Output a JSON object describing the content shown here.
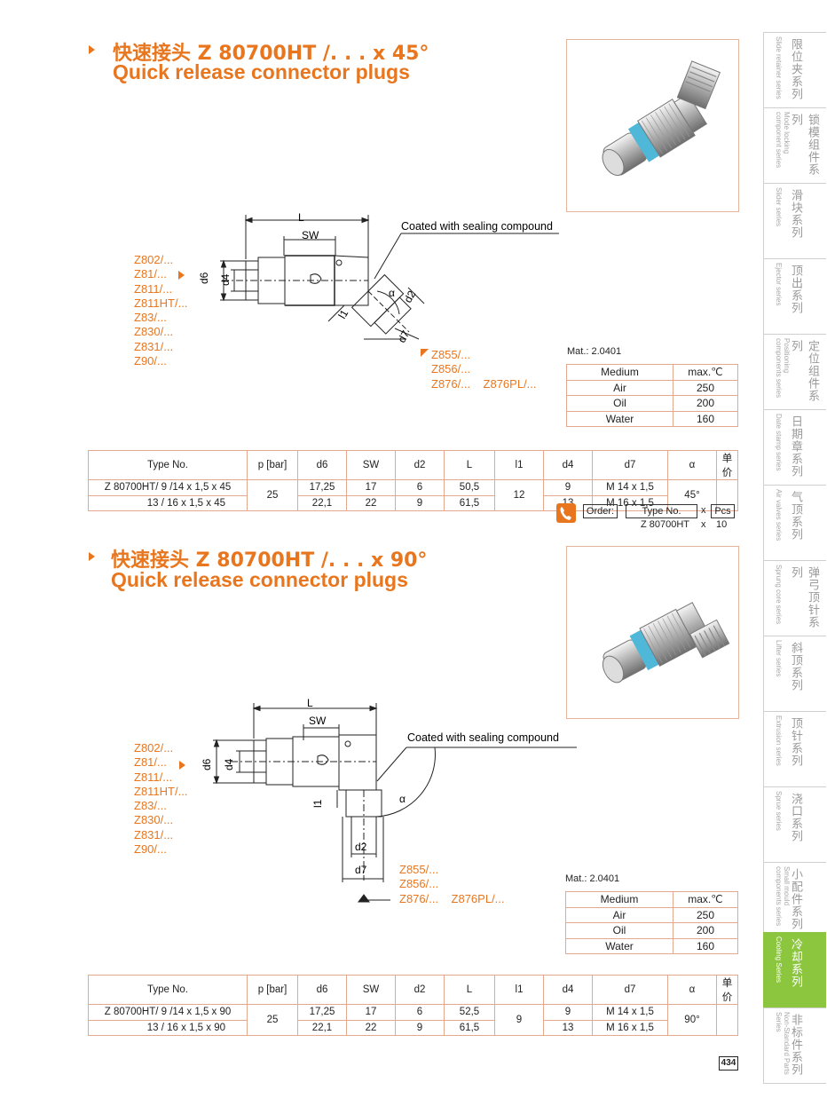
{
  "sections": [
    {
      "title_cn": "快速接头 Z 80700HT /. . . x 45°",
      "title_en": "Quick release connector plugs",
      "coated_note": "Coated with sealing compound",
      "dims": {
        "L": "L",
        "SW": "SW",
        "d6": "d6",
        "d4": "d4",
        "d2": "d2",
        "d7": "d7",
        "l1": "l1",
        "alpha": "α"
      },
      "left_series": [
        "Z802/...",
        "Z81/...",
        "Z811/...",
        "Z811HT/...",
        "Z83/...",
        "Z830/...",
        "Z831/...",
        "Z90/..."
      ],
      "right_series": [
        "Z855/...",
        "Z856/...",
        "Z876/...",
        "Z876PL/..."
      ],
      "mat": "Mat.: 2.0401",
      "medium": {
        "headers": [
          "Medium",
          "max.℃"
        ],
        "rows": [
          [
            "Air",
            "250"
          ],
          [
            "Oil",
            "200"
          ],
          [
            "Water",
            "160"
          ]
        ]
      },
      "spec": {
        "headers": [
          "Type No.",
          "p [bar]",
          "d6",
          "SW",
          "d2",
          "L",
          "l1",
          "d4",
          "d7",
          "α",
          "单 价"
        ],
        "rows": [
          {
            "type": "Z 80700HT/ 9 /14 x 1,5 x 45",
            "d6": "17,25",
            "sw": "17",
            "d2": "6",
            "L": "50,5",
            "d4": "9",
            "d7": "M 14 x 1,5"
          },
          {
            "type": "13 / 16 x 1,5 x 45",
            "d6": "22,1",
            "sw": "22",
            "d2": "9",
            "L": "61,5",
            "d4": "13",
            "d7": "M 16 x 1,5"
          }
        ],
        "p": "25",
        "l1": "12",
        "alpha": "45°"
      },
      "order": {
        "label": "Order:",
        "type_header": "Type No.",
        "x1": "x",
        "pcs": "Pcs",
        "type_value": "Z 80700HT",
        "x2": "x",
        "qty": "10"
      }
    },
    {
      "title_cn": "快速接头 Z 80700HT /. . . x 90°",
      "title_en": "Quick release connector plugs",
      "coated_note": "Coated with sealing compound",
      "dims": {
        "L": "L",
        "SW": "SW",
        "d6": "d6",
        "d4": "d4",
        "d2": "d2",
        "d7": "d7",
        "l1": "l1",
        "alpha": "α"
      },
      "left_series": [
        "Z802/...",
        "Z81/...",
        "Z811/...",
        "Z811HT/...",
        "Z83/...",
        "Z830/...",
        "Z831/...",
        "Z90/..."
      ],
      "right_series": [
        "Z855/...",
        "Z856/...",
        "Z876/...",
        "Z876PL/..."
      ],
      "mat": "Mat.: 2.0401",
      "medium": {
        "headers": [
          "Medium",
          "max.℃"
        ],
        "rows": [
          [
            "Air",
            "250"
          ],
          [
            "Oil",
            "200"
          ],
          [
            "Water",
            "160"
          ]
        ]
      },
      "spec": {
        "headers": [
          "Type No.",
          "p [bar]",
          "d6",
          "SW",
          "d2",
          "L",
          "l1",
          "d4",
          "d7",
          "α",
          "单 价"
        ],
        "rows": [
          {
            "type": "Z 80700HT/ 9 /14 x 1,5 x 90",
            "d6": "17,25",
            "sw": "17",
            "d2": "6",
            "L": "52,5",
            "d4": "9",
            "d7": "M 14 x 1,5"
          },
          {
            "type": "13 / 16 x 1,5 x 90",
            "d6": "22,1",
            "sw": "22",
            "d2": "9",
            "L": "61,5",
            "d4": "13",
            "d7": "M 16 x 1,5"
          }
        ],
        "p": "25",
        "l1": "9",
        "alpha": "90°"
      }
    }
  ],
  "sidebar": [
    {
      "cn": "限位夹系列",
      "en": "Slide retainer series"
    },
    {
      "cn": "锁模组件系列",
      "en": "Mode locking component series"
    },
    {
      "cn": "滑块系列",
      "en": "Slider series"
    },
    {
      "cn": "顶出系列",
      "en": "Ejector series"
    },
    {
      "cn": "定位组件系列",
      "en": "Positioning components series"
    },
    {
      "cn": "日期章系列",
      "en": "Date stamp series"
    },
    {
      "cn": "气顶系列",
      "en": "Air valves series"
    },
    {
      "cn": "弹弓顶针系列",
      "en": "Sprung core series"
    },
    {
      "cn": "斜顶系列",
      "en": "Lifter series"
    },
    {
      "cn": "顶针系列",
      "en": "Extrusion series"
    },
    {
      "cn": "浇口系列",
      "en": "Sprue series"
    },
    {
      "cn": "小配件系列",
      "en": "Small mould components series"
    },
    {
      "cn": "冷却系列",
      "en": "Cooling Series",
      "active": true
    },
    {
      "cn": "非标件系列",
      "en": "Non-Standard Parts Series"
    }
  ],
  "page_number": "434",
  "colors": {
    "accent": "#e8761e",
    "active_tab": "#8cc63f",
    "table_border": "#e3a88f"
  }
}
